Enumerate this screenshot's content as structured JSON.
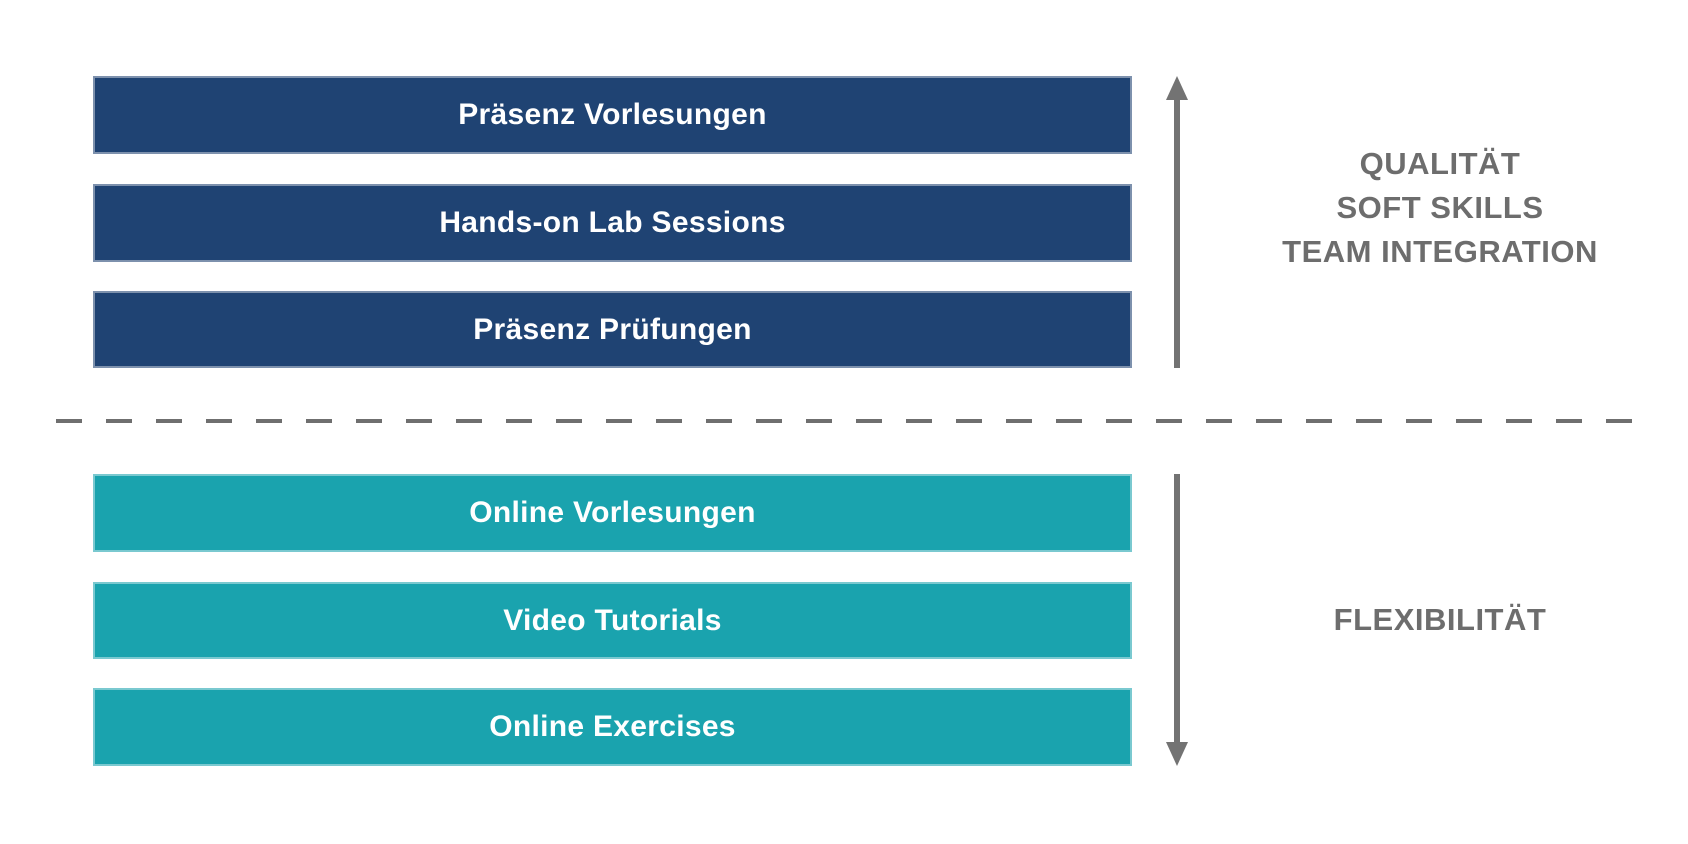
{
  "diagram": {
    "top_group": {
      "bars": [
        "Präsenz Vorlesungen",
        "Hands-on Lab Sessions",
        "Präsenz Prüfungen"
      ],
      "side_label_lines": [
        "QUALITÄT",
        "SOFT SKILLS",
        "TEAM INTEGRATION"
      ],
      "arrow_direction": "up"
    },
    "bottom_group": {
      "bars": [
        "Online Vorlesungen",
        "Video Tutorials",
        "Online Exercises"
      ],
      "side_label_lines": [
        "FLEXIBILITÄT"
      ],
      "arrow_direction": "down"
    },
    "colors": {
      "navy_bar": "#1F4373",
      "teal_bar": "#1AA3AE",
      "bar_text": "#FFFFFF",
      "side_label_text": "#6D6D6D",
      "arrow": "#737373",
      "dashed_divider": "#6F6F6F",
      "background": "#FFFFFF"
    }
  }
}
